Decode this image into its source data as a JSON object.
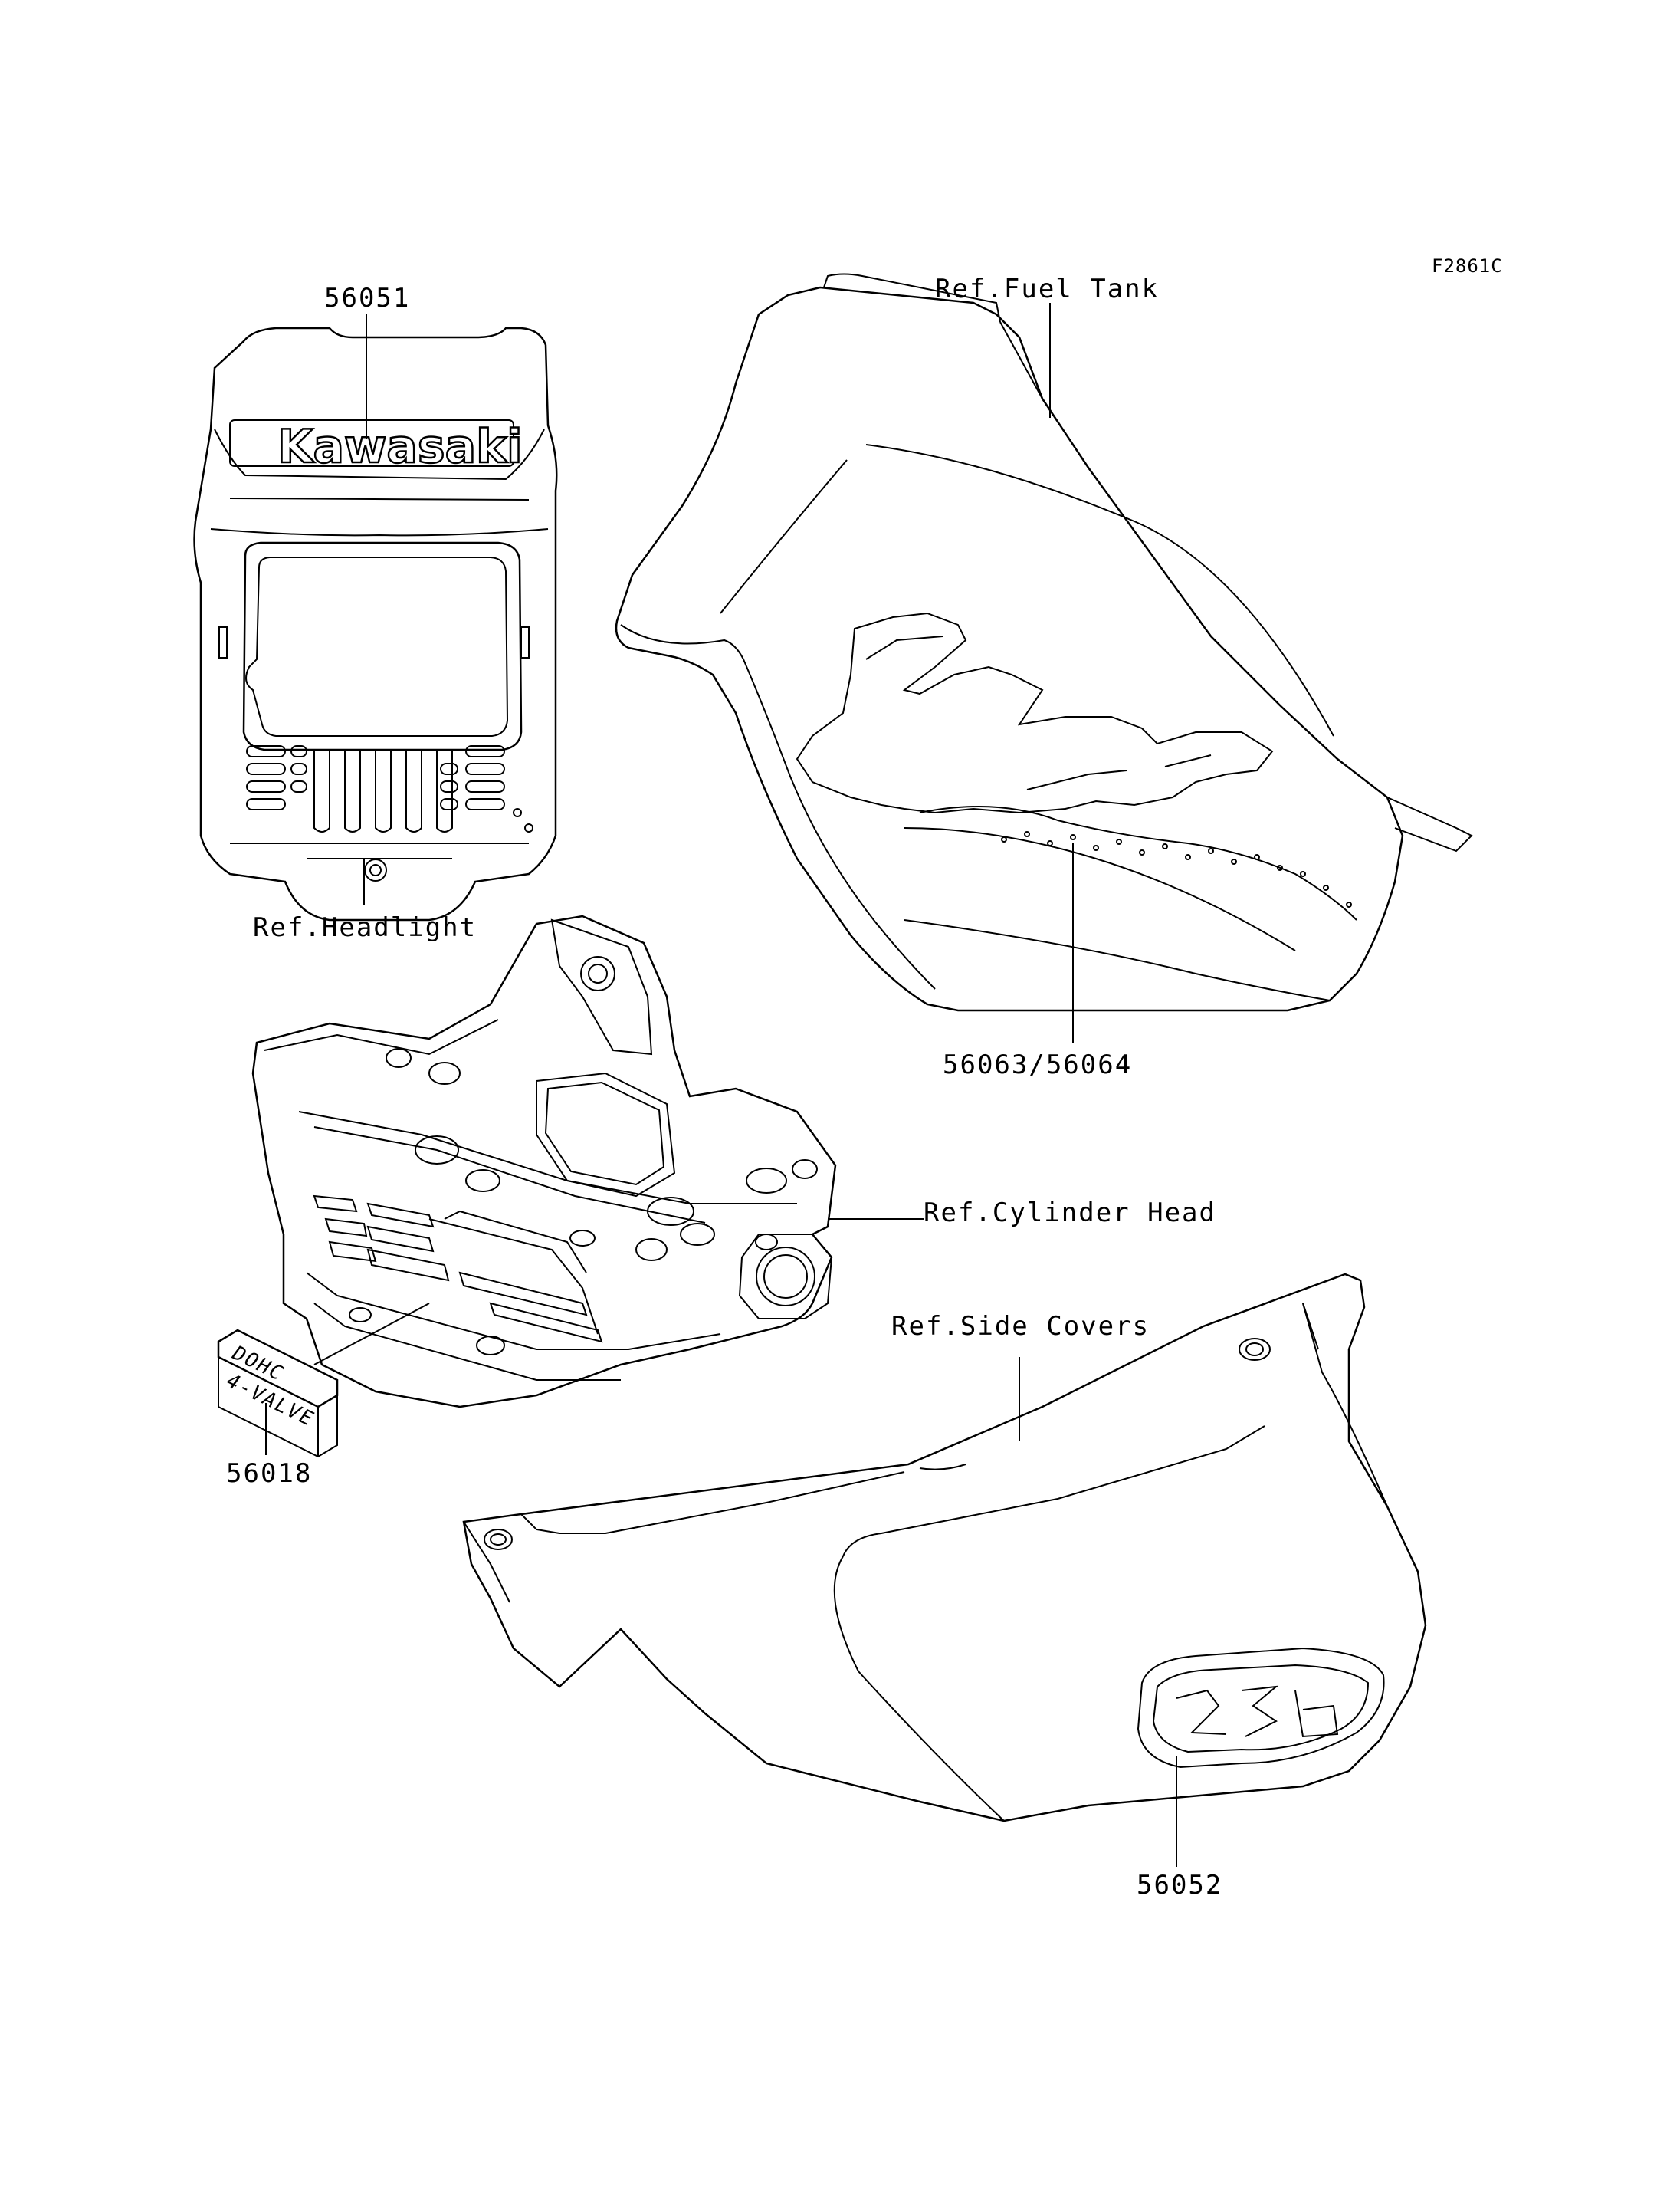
{
  "figure_code": "F2861C",
  "callouts": {
    "headlight_decal": "56051",
    "headlight_ref": "Ref.Headlight",
    "fuel_tank_ref": "Ref.Fuel Tank",
    "tank_decal": "56063/56064",
    "cylinder_head_ref": "Ref.Cylinder Head",
    "dohc_decal": "56018",
    "side_covers_ref": "Ref.Side Covers",
    "side_cover_decal": "56052"
  },
  "decal_text": {
    "headlight_logo": "Kawasaki",
    "dohc_line1": "DOHC",
    "dohc_line2": "4-VALVE"
  }
}
